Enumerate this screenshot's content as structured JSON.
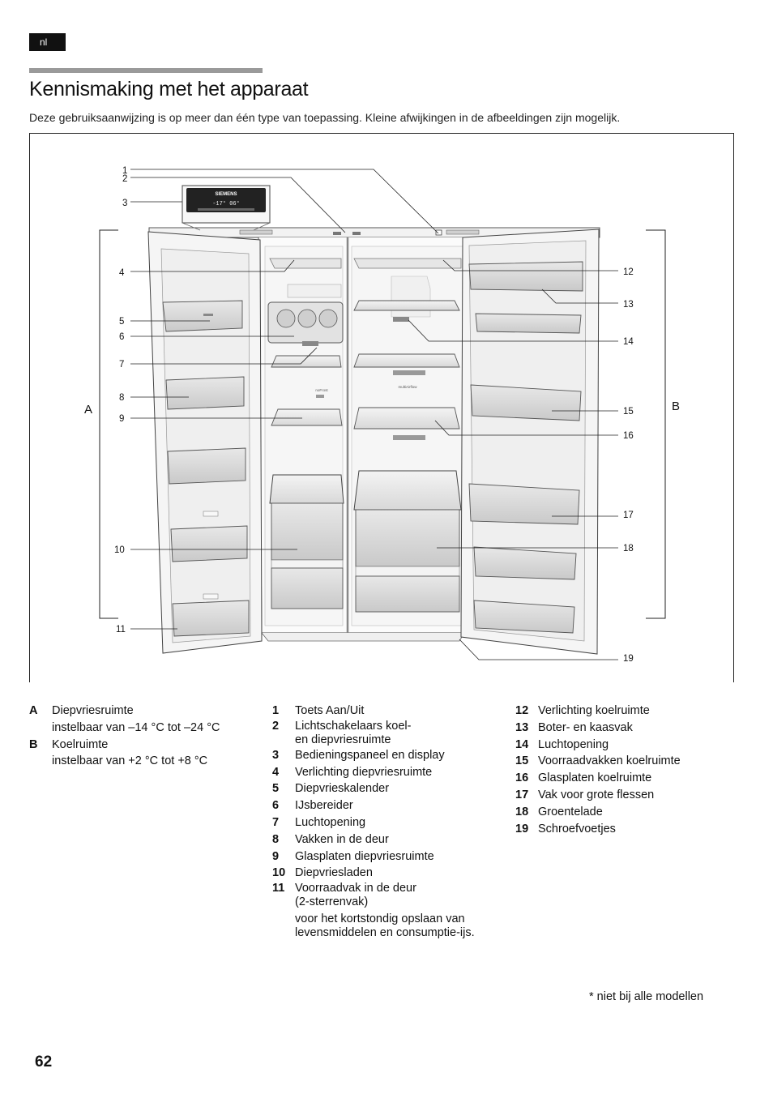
{
  "language_tag": "nl",
  "title": "Kennismaking met het apparaat",
  "intro": "Deze gebruiksaanwijzing is op meer dan één type van toepassing. Kleine afwijkingen in de afbeeldingen zijn mogelijk.",
  "figure": {
    "section_labels": [
      "A",
      "B"
    ],
    "callouts": [
      "1",
      "2",
      "3",
      "4",
      "5",
      "6",
      "7",
      "8",
      "9",
      "10",
      "11",
      "12",
      "13",
      "14",
      "15",
      "16",
      "17",
      "18",
      "19"
    ],
    "brand": "SIEMENS",
    "display_text": "-17° 06°",
    "freezer_panel_label": "noFrost",
    "fridge_panel_label": "multiAirflow"
  },
  "sections": [
    {
      "key": "A",
      "name": "Diepvriesruimte",
      "range": "instelbaar van –14 °C tot –24 °C"
    },
    {
      "key": "B",
      "name": "Koelruimte",
      "range": "instelbaar van +2 °C tot +8 °C"
    }
  ],
  "parts_col1": [
    {
      "num": "1",
      "label": "Toets Aan/Uit"
    },
    {
      "num": "2",
      "label": "Lichtschakelaars koel-",
      "label2": "en diepvriesruimte"
    },
    {
      "num": "3",
      "label": "Bedieningspaneel en display"
    },
    {
      "num": "4",
      "label": "Verlichting diepvriesruimte"
    },
    {
      "num": "5",
      "label": "Diepvrieskalender"
    },
    {
      "num": "6",
      "label": "IJsbereider"
    },
    {
      "num": "7",
      "label": "Luchtopening"
    },
    {
      "num": "8",
      "label": "Vakken in de deur"
    },
    {
      "num": "9",
      "label": "Glasplaten diepvriesruimte"
    },
    {
      "num": "10",
      "label": "Diepvriesladen"
    },
    {
      "num": "11",
      "label": "Voorraadvak in de deur",
      "label2": "(2-sterrenvak)"
    }
  ],
  "parts_col1_note": [
    "voor het kortstondig opslaan van",
    "levensmiddelen en consumptie-ijs."
  ],
  "parts_col2": [
    {
      "num": "12",
      "label": "Verlichting koelruimte"
    },
    {
      "num": "13",
      "label": "Boter- en kaasvak"
    },
    {
      "num": "14",
      "label": "Luchtopening"
    },
    {
      "num": "15",
      "label": "Voorraadvakken koelruimte"
    },
    {
      "num": "16",
      "label": "Glasplaten koelruimte"
    },
    {
      "num": "17",
      "label": "Vak voor grote flessen"
    },
    {
      "num": "18",
      "label": "Groentelade"
    },
    {
      "num": "19",
      "label": "Schroefvoetjes"
    }
  ],
  "footnote": "* niet bij alle modellen",
  "page_number": "62"
}
